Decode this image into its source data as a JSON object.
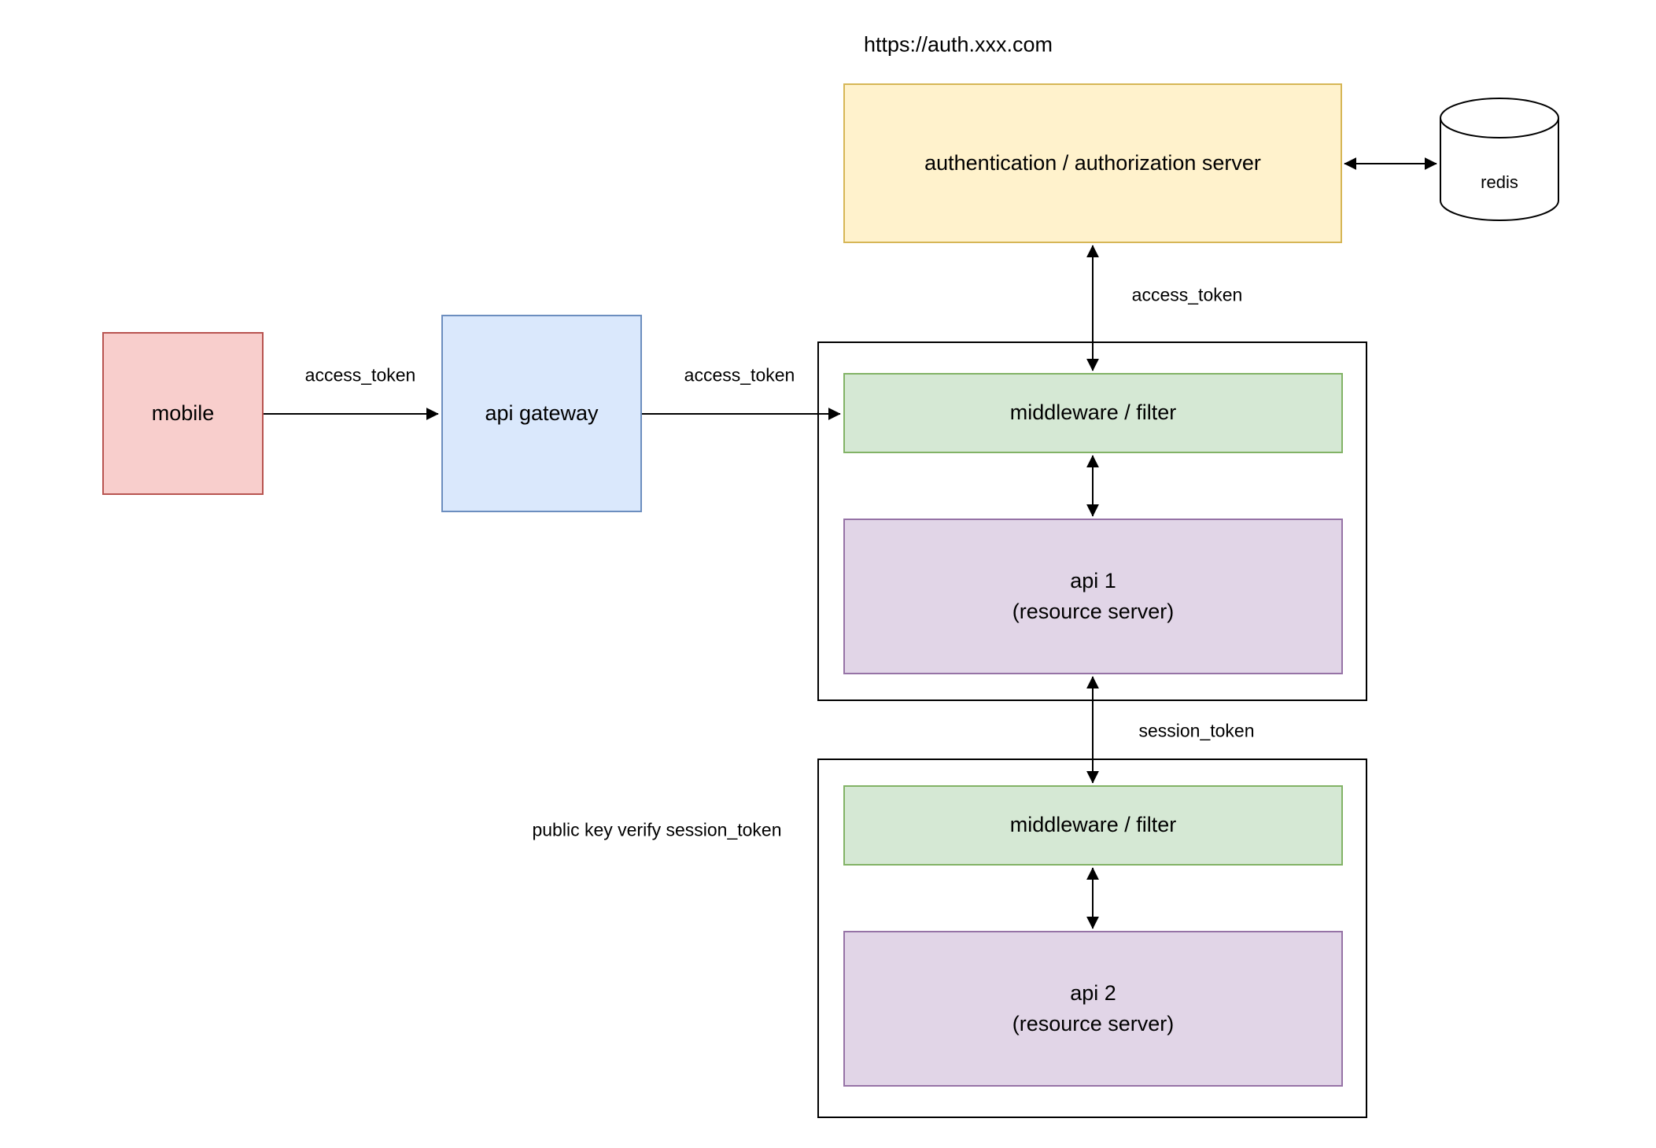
{
  "diagram": {
    "title": "https://auth.xxx.com",
    "nodes": {
      "mobile": {
        "label": "mobile",
        "fill": "#F8CECC",
        "stroke": "#B85450"
      },
      "api_gateway": {
        "label": "api gateway",
        "fill": "#DAE8FC",
        "stroke": "#6C8EBF"
      },
      "auth_server": {
        "label": "authentication / authorization server",
        "fill": "#FFF2CC",
        "stroke": "#D6B656"
      },
      "redis": {
        "label": "redis",
        "fill": "#FFFFFF",
        "stroke": "#000000"
      },
      "middleware_filter_1": {
        "label": "middleware / filter",
        "fill": "#D5E8D4",
        "stroke": "#82B366"
      },
      "api_1": {
        "label": "api 1\n(resource server)",
        "fill": "#E1D5E7",
        "stroke": "#9673A6"
      },
      "middleware_filter_2": {
        "label": "middleware / filter",
        "fill": "#D5E8D4",
        "stroke": "#82B366"
      },
      "api_2": {
        "label": "api 2\n(resource server)",
        "fill": "#E1D5E7",
        "stroke": "#9673A6"
      }
    },
    "edge_labels": {
      "mobile_to_gateway": "access_token",
      "gateway_to_middleware1": "access_token",
      "auth_to_middleware1": "access_token",
      "api1_to_middleware2": "session_token"
    },
    "annotations": {
      "public_key_note": "public key verify session_token"
    }
  }
}
